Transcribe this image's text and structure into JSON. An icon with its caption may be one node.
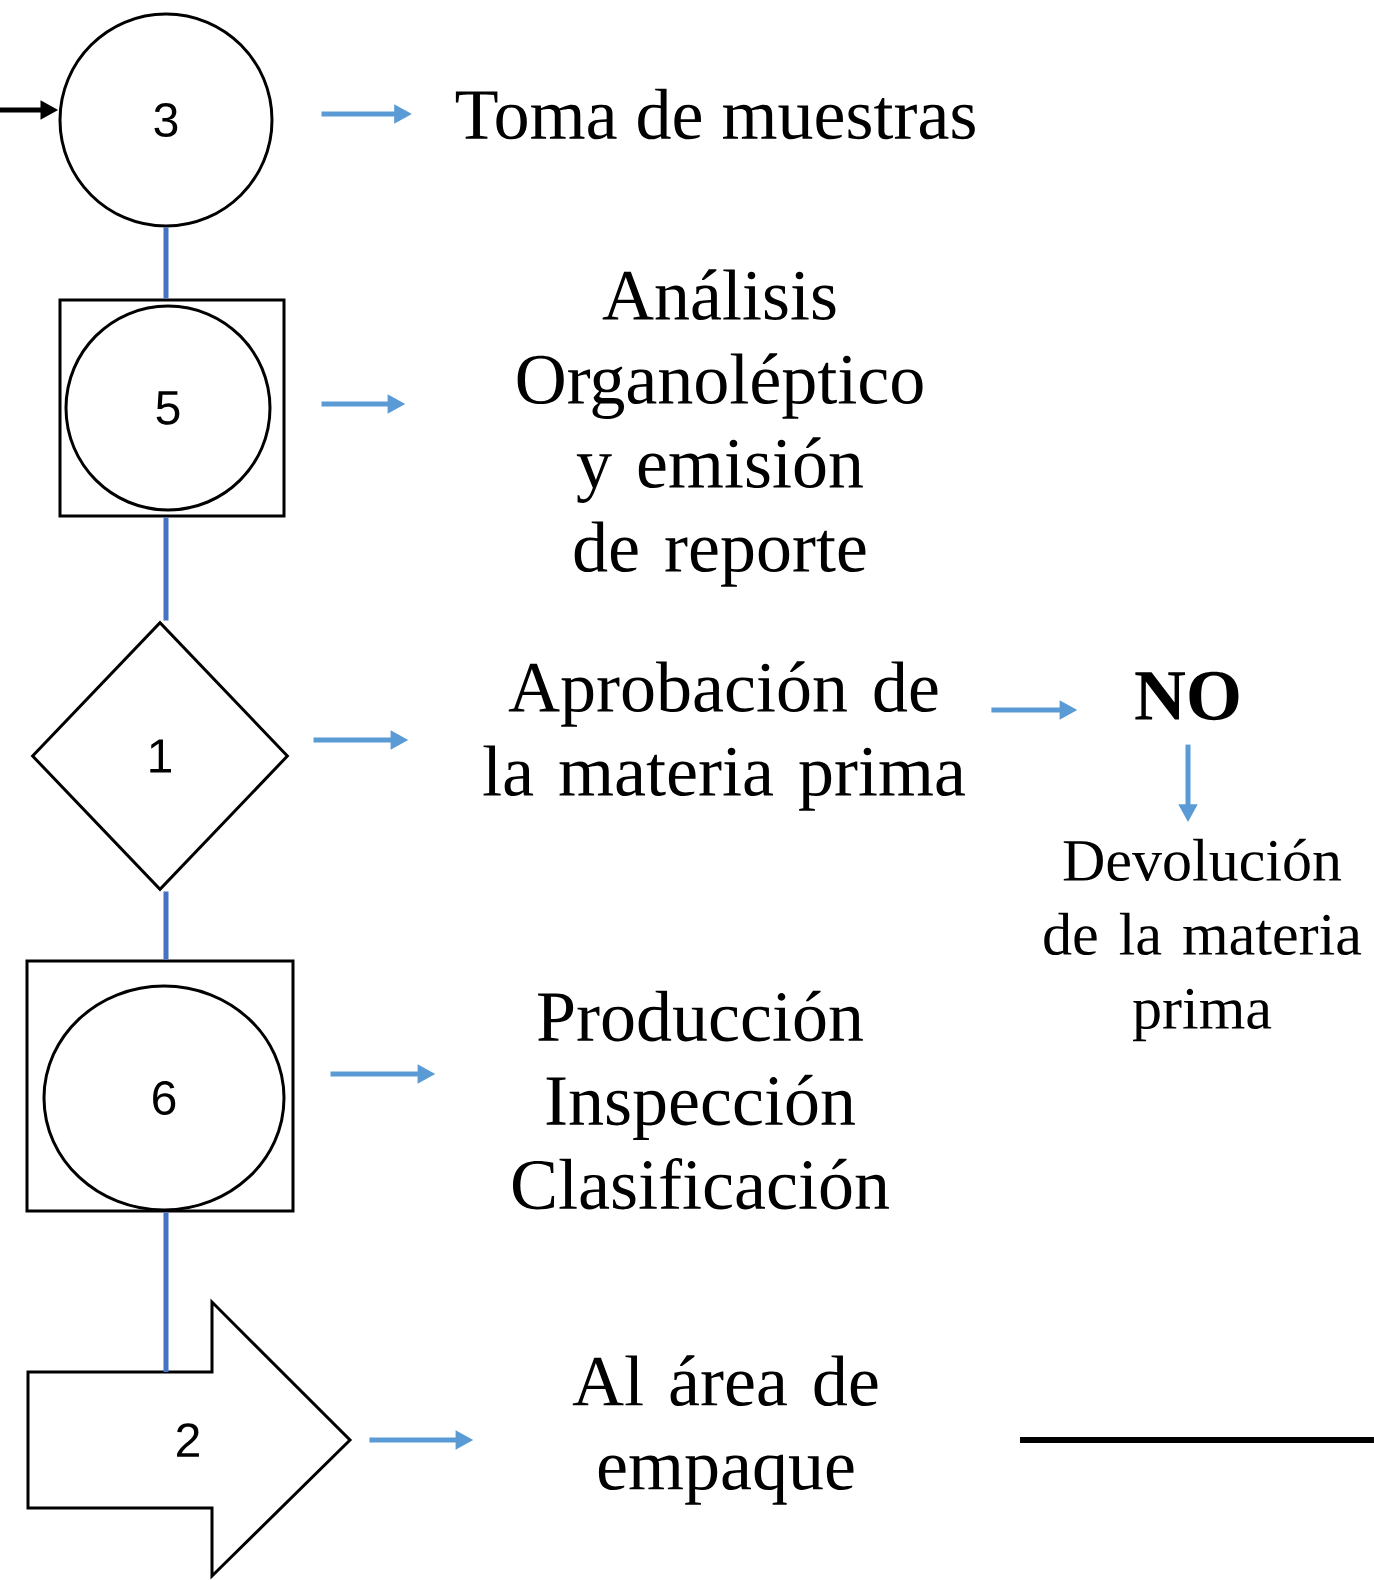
{
  "diagram": {
    "nodes": [
      {
        "text": [
          "3"
        ]
      },
      {
        "text": [
          "Toma de muestras"
        ]
      },
      {
        "text": [],
        "shape": "box"
      },
      {
        "text": [
          "5"
        ],
        "in": 2
      },
      {
        "text": [
          "Análisis Organoléptico y emisión de reporte"
        ]
      },
      {
        "text": [
          "1"
        ]
      },
      {
        "text": [
          "Aprobación de la materia prima"
        ]
      },
      {
        "text": [
          "NO"
        ]
      },
      {
        "text": [
          "Devolución de la materia prima"
        ]
      },
      {
        "text": [],
        "shape": "box"
      },
      {
        "text": [
          "6"
        ],
        "in": 9
      },
      {
        "text": [
          "Producción Inspección Clasificación"
        ]
      },
      {
        "text": [
          "2"
        ]
      },
      {
        "text": [
          "Al área de empaque"
        ]
      }
    ],
    "edges": [
      {
        "from": null,
        "to": 0,
        "arrow": "to",
        "color": "#000000"
      },
      {
        "from": 0,
        "to": 1,
        "arrow": "to"
      },
      {
        "from": 0,
        "to": 2,
        "arrow": "none",
        "color": "#4472c4"
      },
      {
        "from": 2,
        "to": 4,
        "arrow": "to"
      },
      {
        "from": 2,
        "to": 5,
        "arrow": "none",
        "color": "#4472c4"
      },
      {
        "from": 5,
        "to": 6,
        "arrow": "to"
      },
      {
        "from": 6,
        "to": 7,
        "arrow": "to"
      },
      {
        "from": 7,
        "to": 8,
        "arrow": "to"
      },
      {
        "from": 5,
        "to": 9,
        "arrow": "none",
        "color": "#4472c4"
      },
      {
        "from": 9,
        "to": 11,
        "arrow": "to"
      },
      {
        "from": 9,
        "to": 12,
        "arrow": "none",
        "color": "#4472c4"
      },
      {
        "from": 12,
        "to": 13,
        "arrow": "to"
      }
    ]
  }
}
